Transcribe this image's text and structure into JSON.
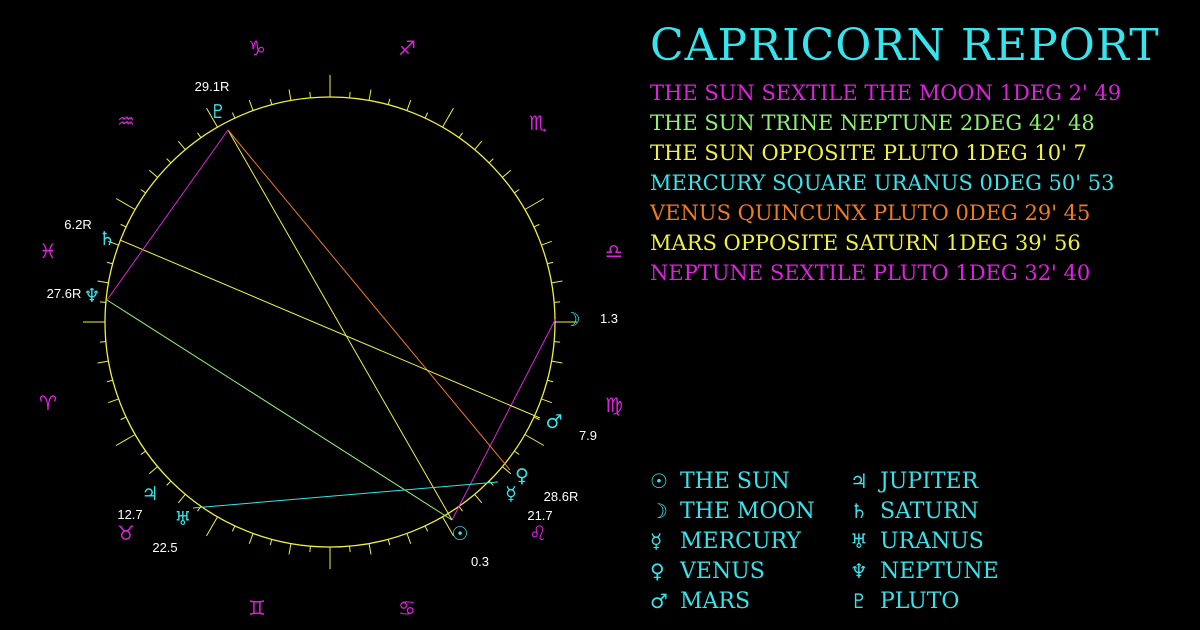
{
  "report": {
    "title": "CAPRICORN REPORT",
    "aspects": [
      {
        "text": "THE SUN SEXTILE THE MOON 1DEG 2' 49",
        "color": "#e020e0"
      },
      {
        "text": "THE SUN TRINE NEPTUNE 2DEG 42' 48",
        "color": "#90f070"
      },
      {
        "text": "THE SUN OPPOSITE PLUTO 1DEG 10' 7",
        "color": "#f0f040"
      },
      {
        "text": "MERCURY SQUARE URANUS 0DEG 50' 53",
        "color": "#35e4ec"
      },
      {
        "text": "VENUS QUINCUNX PLUTO 0DEG 29' 45",
        "color": "#f07a20"
      },
      {
        "text": "MARS OPPOSITE SATURN 1DEG 39' 56",
        "color": "#f0f040"
      },
      {
        "text": "NEPTUNE SEXTILE PLUTO 1DEG 32' 40",
        "color": "#e020e0"
      }
    ]
  },
  "legend": [
    {
      "symbol": "☉",
      "name": "THE SUN"
    },
    {
      "symbol": "♃",
      "name": "JUPITER"
    },
    {
      "symbol": "☽",
      "name": "THE MOON"
    },
    {
      "symbol": "♄",
      "name": "SATURN"
    },
    {
      "symbol": "☿",
      "name": "MERCURY"
    },
    {
      "symbol": "♅",
      "name": "URANUS"
    },
    {
      "symbol": "♀",
      "name": "VENUS"
    },
    {
      "symbol": "♆",
      "name": "NEPTUNE"
    },
    {
      "symbol": "♂",
      "name": "MARS"
    },
    {
      "symbol": "♇",
      "name": "PLUTO"
    }
  ],
  "colors": {
    "background": "#000000",
    "cyan": "#35e4ec",
    "magenta": "#e020e0",
    "yellow": "#f0f040",
    "green": "#90f070",
    "orange": "#f07a20",
    "label": "#ffffff"
  },
  "zodiac": [
    {
      "name": "capricorn",
      "symbol": "♑"
    },
    {
      "name": "sagittarius",
      "symbol": "♐"
    },
    {
      "name": "scorpio",
      "symbol": "♏"
    },
    {
      "name": "libra",
      "symbol": "♎"
    },
    {
      "name": "virgo",
      "symbol": "♍"
    },
    {
      "name": "leo",
      "symbol": "♌"
    },
    {
      "name": "cancer",
      "symbol": "♋"
    },
    {
      "name": "gemini",
      "symbol": "♊"
    },
    {
      "name": "taurus",
      "symbol": "♉"
    },
    {
      "name": "aries",
      "symbol": "♈"
    },
    {
      "name": "pisces",
      "symbol": "♓"
    },
    {
      "name": "aquarius",
      "symbol": "♒"
    }
  ],
  "planets": [
    {
      "name": "pluto",
      "symbol": "♇",
      "degree": "29.1R"
    },
    {
      "name": "saturn",
      "symbol": "♄",
      "degree": "6.2R"
    },
    {
      "name": "neptune",
      "symbol": "♆",
      "degree": "27.6R"
    },
    {
      "name": "moon",
      "symbol": "☽",
      "degree": "1.3"
    },
    {
      "name": "mars",
      "symbol": "♂",
      "degree": "7.9"
    },
    {
      "name": "venus",
      "symbol": "♀",
      "degree": "28.6R"
    },
    {
      "name": "mercury",
      "symbol": "☿",
      "degree": "21.7"
    },
    {
      "name": "sun",
      "symbol": "☉",
      "degree": "0.3"
    },
    {
      "name": "jupiter",
      "symbol": "♃",
      "degree": "12.7"
    },
    {
      "name": "uranus",
      "symbol": "♅",
      "degree": "22.5"
    }
  ]
}
